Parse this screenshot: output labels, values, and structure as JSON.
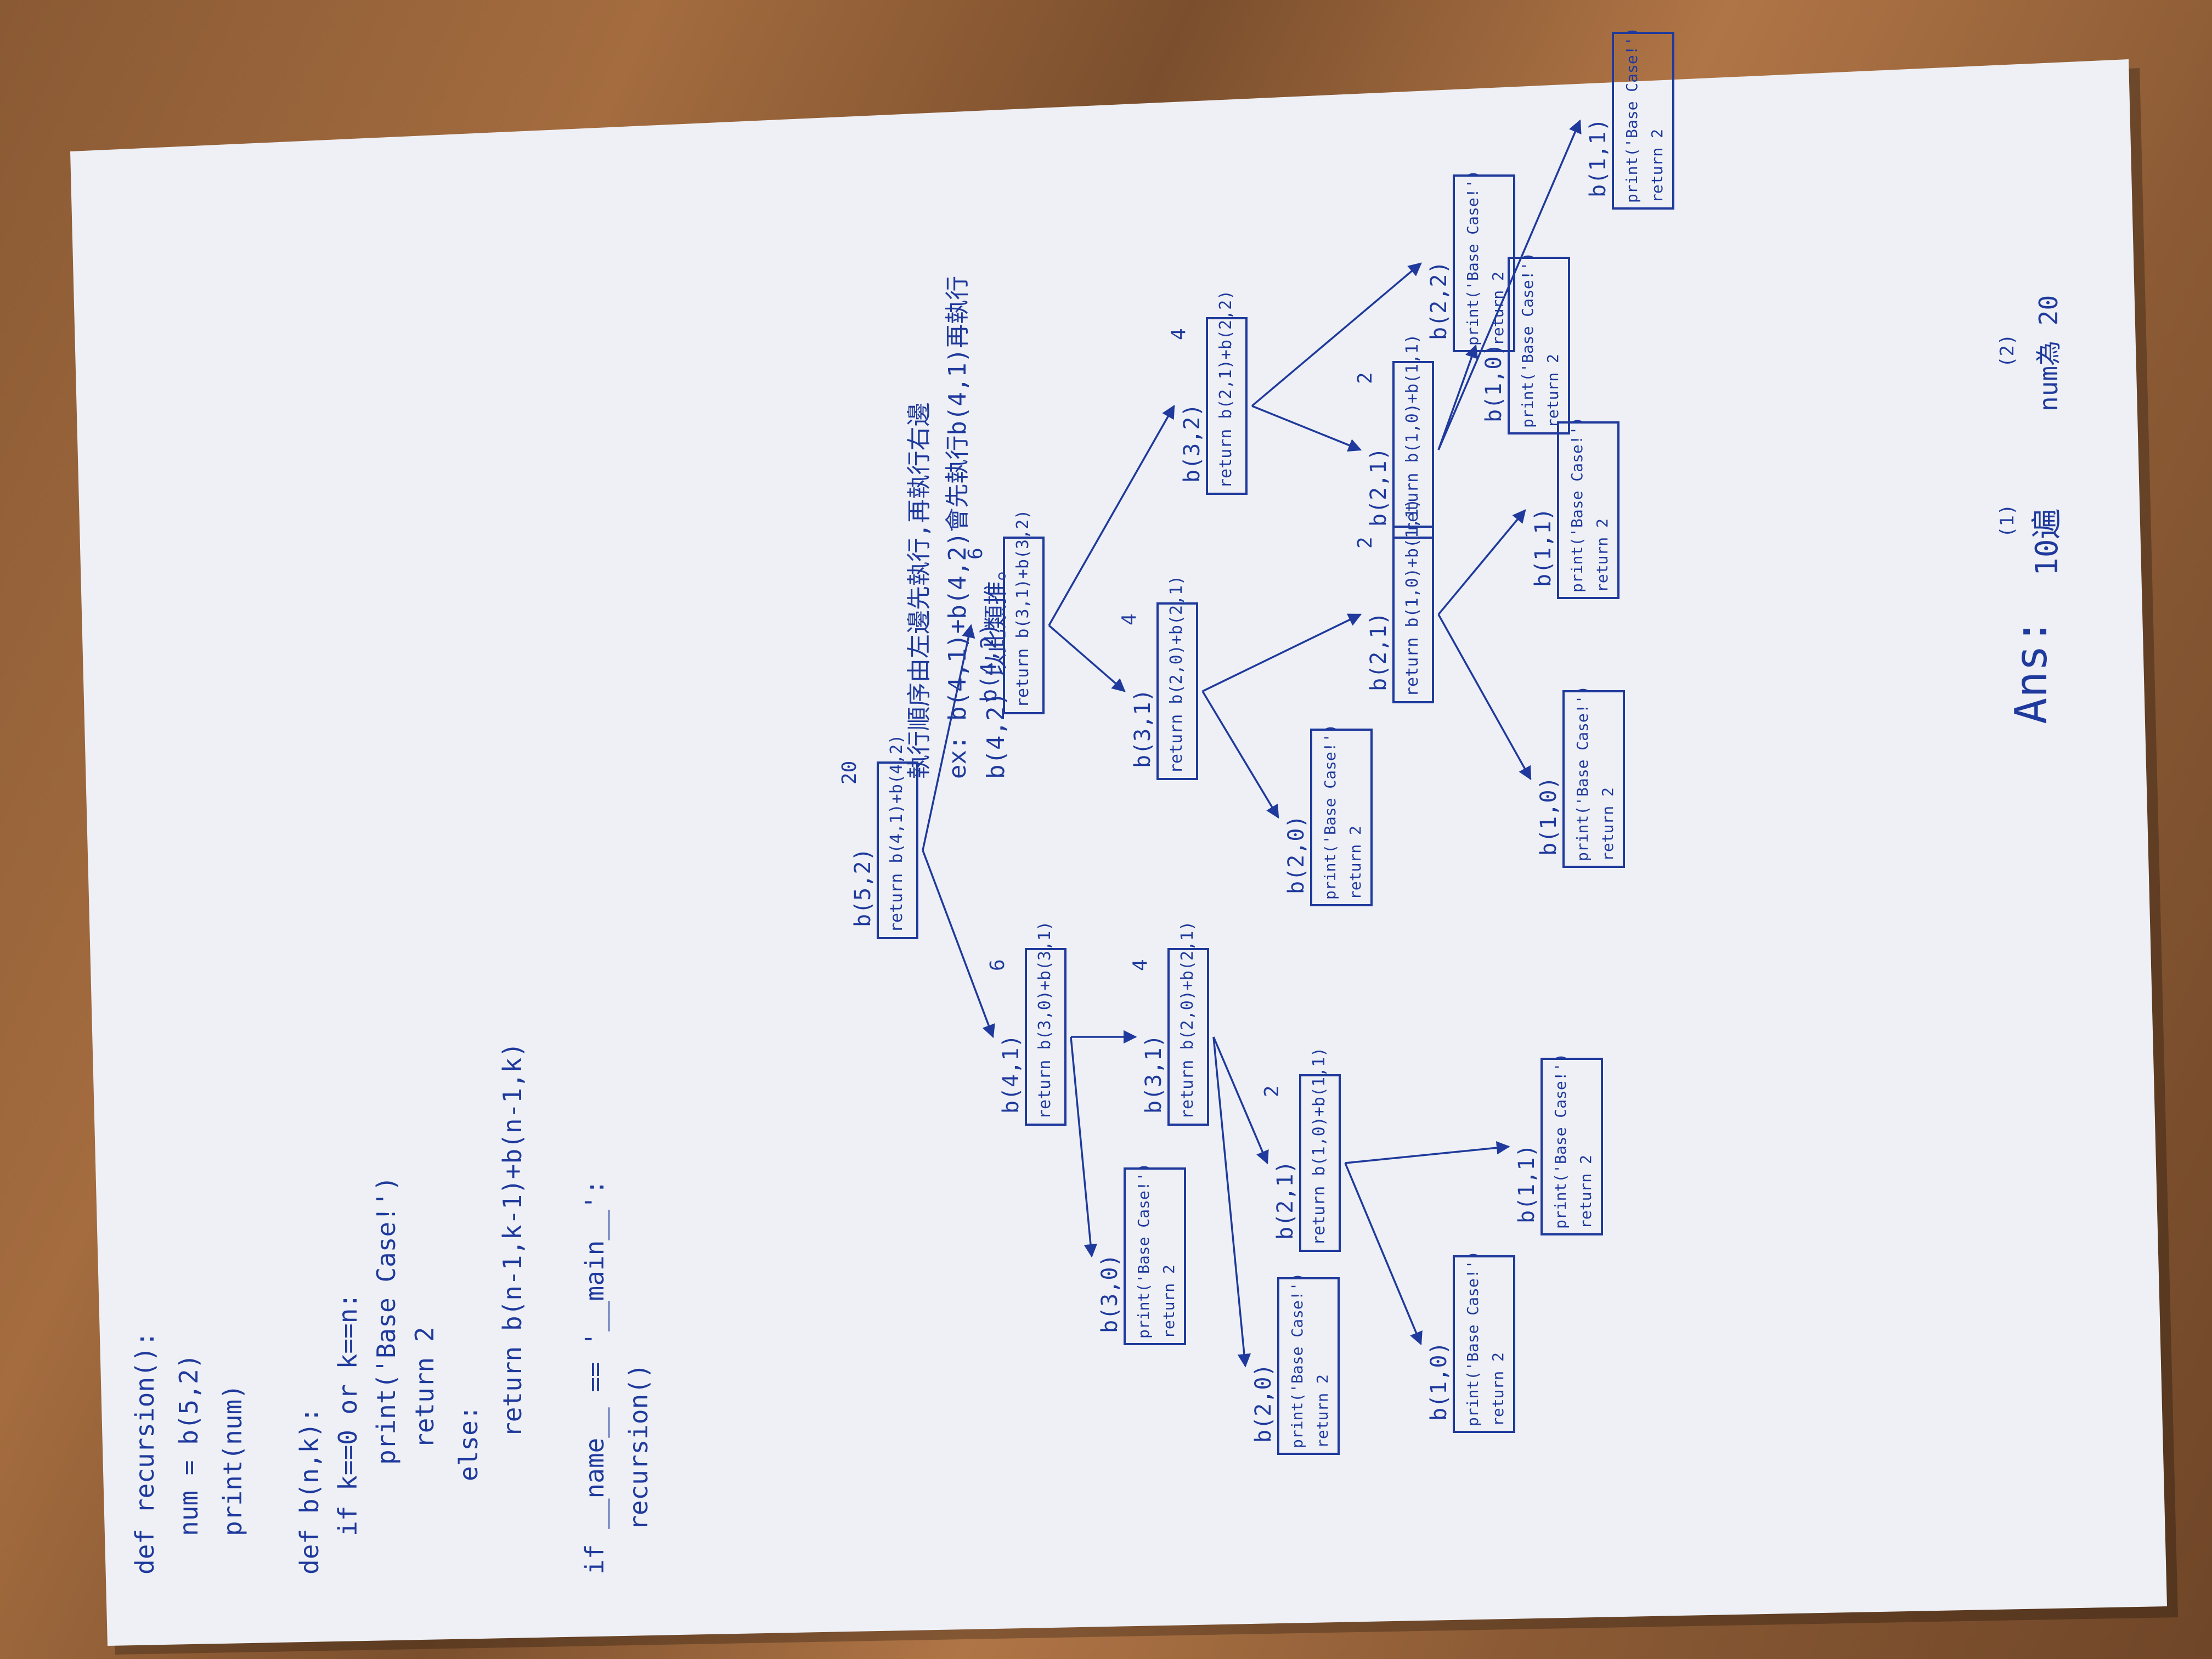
{
  "code": {
    "lines": [
      "def recursion():",
      "num = b(5,2)",
      "print(num)",
      "def b(n,k):",
      "if k==0 or k==n:",
      "print('Base Case!')",
      "return 2",
      "else:",
      "return b(n-1,k-1)+b(n-1,k)",
      "if __name__ == '__main__':",
      "recursion()"
    ]
  },
  "note": {
    "lines": [
      "執行順序由左邊先執行,再執行右邊",
      "ex: b(4,1)+b(4,2)會先執行b(4,1)再執行",
      "b(4,2) 以此類推。"
    ]
  },
  "tree": {
    "nodes": [
      {
        "label": "b(5,2)",
        "body": [
          "return b(4,1)+b(4,2)"
        ],
        "result": "20"
      },
      {
        "label": "b(4,1)",
        "body": [
          "return b(3,0)+b(3,1)"
        ],
        "result": "6"
      },
      {
        "label": "b(4,2)",
        "body": [
          "return b(3,1)+b(3,2)"
        ],
        "result": "6"
      },
      {
        "label": "b(3,0)",
        "body": [
          "print('Base Case!')",
          "return 2"
        ],
        "result": ""
      },
      {
        "label": "b(3,1)",
        "body": [
          "return b(2,0)+b(2,1)"
        ],
        "result": "4"
      },
      {
        "label": "b(3,1)",
        "body": [
          "return b(2,0)+b(2,1)"
        ],
        "result": "4"
      },
      {
        "label": "b(3,2)",
        "body": [
          "return b(2,1)+b(2,2)"
        ],
        "result": "4"
      },
      {
        "label": "b(2,0)",
        "body": [
          "print('Base Case!')",
          "return 2"
        ],
        "result": ""
      },
      {
        "label": "b(2,1)",
        "body": [
          "return b(1,0)+b(1,1)"
        ],
        "result": "2"
      },
      {
        "label": "b(2,0)",
        "body": [
          "print('Base Case!')",
          "return 2"
        ],
        "result": ""
      },
      {
        "label": "b(2,1)",
        "body": [
          "return b(1,0)+b(1,1)"
        ],
        "result": "2"
      },
      {
        "label": "b(2,1)",
        "body": [
          "return b(1,0)+b(1,1)"
        ],
        "result": "2"
      },
      {
        "label": "b(2,2)",
        "body": [
          "print('Base Case!')",
          "return 2"
        ],
        "result": ""
      },
      {
        "label": "b(1,0)",
        "body": [
          "print('Base Case!')",
          "return 2"
        ],
        "result": ""
      },
      {
        "label": "b(1,1)",
        "body": [
          "print('Base Case!')",
          "return 2"
        ],
        "result": ""
      },
      {
        "label": "b(1,0)",
        "body": [
          "print('Base Case!')",
          "return 2"
        ],
        "result": ""
      },
      {
        "label": "b(1,1)",
        "body": [
          "print('Base Case!')",
          "return 2"
        ],
        "result": ""
      },
      {
        "label": "b(1,0)",
        "body": [
          "print('Base Case!')",
          "return 2"
        ],
        "result": ""
      },
      {
        "label": "b(1,1)",
        "body": [
          "print('Base Case!')",
          "return 2"
        ],
        "result": ""
      }
    ],
    "edges": [
      [
        0,
        1
      ],
      [
        0,
        2
      ],
      [
        1,
        3
      ],
      [
        1,
        4
      ],
      [
        2,
        5
      ],
      [
        2,
        6
      ],
      [
        4,
        7
      ],
      [
        4,
        8
      ],
      [
        5,
        9
      ],
      [
        5,
        10
      ],
      [
        6,
        11
      ],
      [
        6,
        12
      ],
      [
        8,
        13
      ],
      [
        8,
        14
      ],
      [
        10,
        15
      ],
      [
        10,
        16
      ],
      [
        11,
        17
      ],
      [
        11,
        18
      ]
    ]
  },
  "answer": {
    "prefix": "Ans:",
    "marker1": "(1)",
    "value1": "10遍",
    "marker2": "(2)",
    "value2": "num為 20"
  }
}
